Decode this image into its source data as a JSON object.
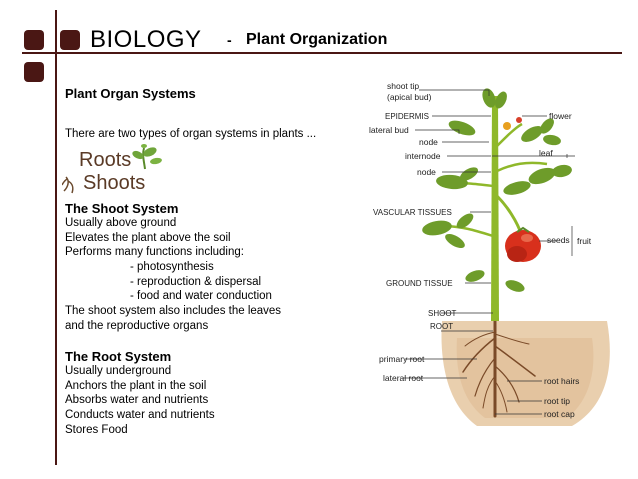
{
  "header": {
    "title": "BIOLOGY",
    "separator": "-",
    "subtitle": "Plant Organization"
  },
  "section": {
    "heading": "Plant Organ Systems",
    "intro": "There are two types of organ systems in plants ..."
  },
  "logo": {
    "line1": "Roots",
    "line2": "Shoots"
  },
  "shoot_system": {
    "heading": "The Shoot System",
    "lines": [
      "Usually above ground",
      "Elevates the plant above the soil",
      "Performs many functions including:",
      "- photosynthesis",
      "- reproduction & dispersal",
      "- food and water conduction",
      "The shoot system also includes the leaves",
      "and the reproductive organs"
    ]
  },
  "root_system": {
    "heading": "The Root System",
    "lines": [
      "Usually underground",
      "Anchors the plant in the soil",
      "Absorbs water and nutrients",
      "Conducts water and nutrients",
      "Stores Food"
    ]
  },
  "diagram_labels": {
    "shoot_tip": "shoot tip",
    "apical_bud": "(apical bud)",
    "epidermis": "EPIDERMIS",
    "flower": "flower",
    "lateral_bud": "lateral bud",
    "node1": "node",
    "internode": "internode",
    "leaf": "leaf",
    "node2": "node",
    "vascular_tissues": "VASCULAR TISSUES",
    "seeds": "seeds",
    "fruit": "fruit",
    "ground_tissue": "GROUND TISSUE",
    "shoot": "SHOOT",
    "root": "ROOT",
    "primary_root": "primary root",
    "lateral_root": "lateral root",
    "root_hairs": "root hairs",
    "root_tip": "root tip",
    "root_cap": "root cap"
  },
  "colors": {
    "accent": "#4a1714",
    "stem": "#8fb82a",
    "leaf": "#6e9c2a",
    "fruit": "#d8301c",
    "soil": "#e2c4a0"
  }
}
